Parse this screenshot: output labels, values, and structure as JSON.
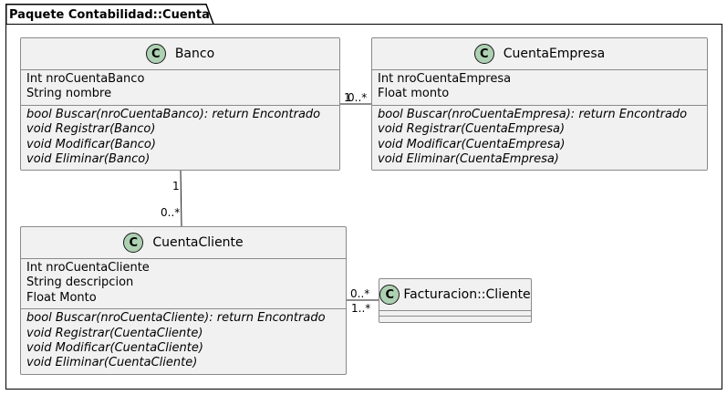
{
  "package": {
    "title": "Paquete Contabilidad::Cuenta"
  },
  "classes": {
    "banco": {
      "stereotype": "C",
      "name": "Banco",
      "attributes": [
        "Int nroCuentaBanco",
        "String nombre"
      ],
      "methods": [
        "bool Buscar(nroCuentaBanco): return Encontrado",
        "void Registrar(Banco)",
        "void Modificar(Banco)",
        "void Eliminar(Banco)"
      ]
    },
    "cuenta_empresa": {
      "stereotype": "C",
      "name": "CuentaEmpresa",
      "attributes": [
        "Int nroCuentaEmpresa",
        "Float monto"
      ],
      "methods": [
        "bool Buscar(nroCuentaEmpresa): return Encontrado",
        "void Registrar(CuentaEmpresa)",
        "void Modificar(CuentaEmpresa)",
        "void Eliminar(CuentaEmpresa)"
      ]
    },
    "cuenta_cliente": {
      "stereotype": "C",
      "name": "CuentaCliente",
      "attributes": [
        "Int nroCuentaCliente",
        "String descripcion",
        "Float Monto"
      ],
      "methods": [
        "bool Buscar(nroCuentaCliente): return Encontrado",
        "void Registrar(CuentaCliente)",
        "void Modificar(CuentaCliente)",
        "void Eliminar(CuentaCliente)"
      ]
    },
    "cliente": {
      "stereotype": "C",
      "name": "Facturacion::Cliente",
      "attributes": [],
      "methods": []
    }
  },
  "associations": {
    "banco_empresa": {
      "from_mult": "1",
      "to_mult": "0..*"
    },
    "banco_cliente": {
      "from_mult": "1",
      "to_mult": "0..*"
    },
    "cliente_facturacion": {
      "upper_mult": "0..*",
      "lower_mult": "1..*"
    }
  },
  "colors": {
    "class_fill": "#f1f1f1",
    "class_border": "#8a8a8a",
    "stereotype_fill": "#add1b2"
  }
}
